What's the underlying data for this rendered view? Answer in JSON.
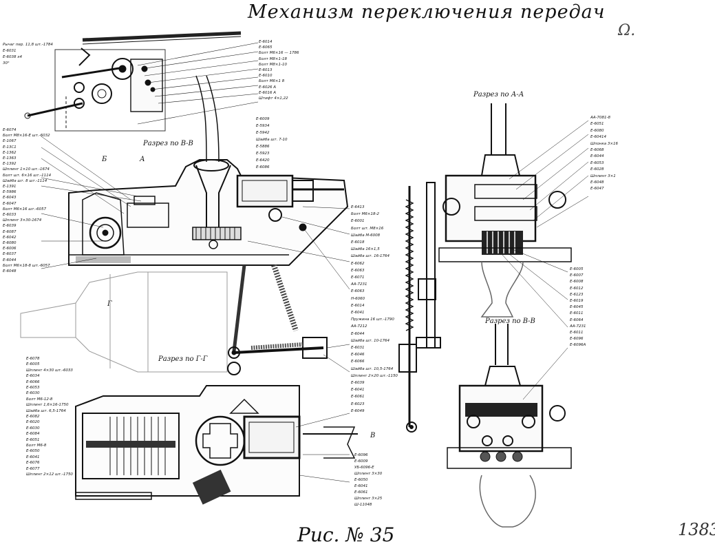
{
  "title": "Механизм переключения передач",
  "figure_caption": "Рис. № 35",
  "page_number": "1383",
  "corner_mark": "Ω.",
  "sections": {
    "b_b": "Разрез по В-В",
    "a_a": "Разрез по А-А",
    "v_v": "Разрез по В-В",
    "g_g": "Разрез по Г-Г"
  },
  "cut_marks": {
    "b": "Б",
    "a": "А",
    "v": "В",
    "g": "Г"
  },
  "labels": {
    "top_left": [
      "Рычаг пер. 11,8 шт.-1784",
      "Е-6031",
      "Е-6038 х4",
      "30°"
    ],
    "top_center": [
      "Е-6014",
      "Е-6065",
      "Болт М6×16 — 1786",
      "Болт М8×1-18",
      "Болт М8×1-10",
      "Е-6013",
      "Е-6010",
      "Болт М6×1 8",
      "Е-6026 А",
      "Е-6016 А",
      "Штифт 4×1,22"
    ],
    "left_column": [
      "Е-6074",
      "Болт М8×16-Е шт.-6032",
      "Е-1067",
      "Е-13С1",
      "Е-1362",
      "Е-1363",
      "Е-1392",
      "Шплинт 1×10 шт.-1674",
      "Болт шт. 6×16 шт.-1114",
      "Шайба шт. 8 шт.-1114",
      "Е-1391",
      "Е-5986",
      "Е-6043",
      "Е-6047",
      "Болт М6×16 шт.-6057",
      "Е-6033",
      "Шплинт 3×30-1674",
      "Е-6039",
      "Е-6087",
      "Е-6042",
      "Е-6080",
      "Е-6006",
      "Е-6037",
      "Е-6044",
      "Болт М6×18-8 шт.-6057",
      "Е-6048"
    ],
    "bb_right": [
      "Е-6009",
      "Е-5934",
      "Е-5942",
      "Шайба шт. 7-10",
      "Е-5886",
      "Е-5923",
      "Е-6420",
      "Е-6086"
    ],
    "center_column": [
      "Е-6413",
      "Болт М6×18-2",
      "Е-6001",
      "Болт шт. М8×16",
      "Шайба М-6008",
      "Е-6018",
      "Шайба 16×1,5",
      "Шайба шт. 16-1764",
      "Е-6062",
      "Е-6063",
      "Е-6071",
      "АА-7231",
      "Е-6063",
      "Н-6060",
      "Е-6014",
      "Е-6041",
      "Пружина 16 шт.-1790",
      "АА-7212",
      "Е-6044",
      "Шайба шт. 10-1764",
      "Е-6031",
      "Е-6046",
      "Е-6066",
      "Шайба шт. 10,5-1764",
      "Шплинт 2×20 шт.-1150",
      "Е-6039",
      "Е-6041",
      "Е-6061",
      "Е-6023",
      "Е-6049"
    ],
    "gg_left": [
      "Е-6078",
      "Е-6005",
      "Шплинт 4×30 шт.-6033",
      "Е-6034",
      "Е-6066",
      "Е-6053",
      "Е-6030",
      "Болт М6-12-8",
      "Шплинт 1,6×16-1750",
      "Шайба шт. 6,5-1764",
      "Е-6082",
      "Е-6020",
      "Е-6030",
      "Е-6084",
      "Е-6051",
      "Болт М6-8",
      "Е-6050",
      "Е-6041",
      "Е-6076",
      "Е-6077",
      "Шплинт 2×12 шт.-1750"
    ],
    "gg_right": [
      "Е-6096",
      "Е-6009",
      "УБ-6096-Е",
      "Шплинт 3×30",
      "Е-6050",
      "Е-6041",
      "Е-6061",
      "Шплинт 3×25",
      "Ш-11048"
    ],
    "aa_right": [
      "АА-7081-8",
      "Е-6051",
      "Е-6080",
      "Е-60414",
      "Шпонка 3×16",
      "Е-6068",
      "Е-6044",
      "Е-6053",
      "Е-6028",
      "Шплинт 3×1",
      "Е-6048",
      "Е-6047"
    ],
    "aa_lower": [
      "Е-6005",
      "Е-6007",
      "Е-6008",
      "Е-6012",
      "Е-6123",
      "Е-6019",
      "Е-6045",
      "Е-6011",
      "Е-6064",
      "АА-7231",
      "Е-6011",
      "Е-6096",
      "Е-6096А"
    ]
  }
}
